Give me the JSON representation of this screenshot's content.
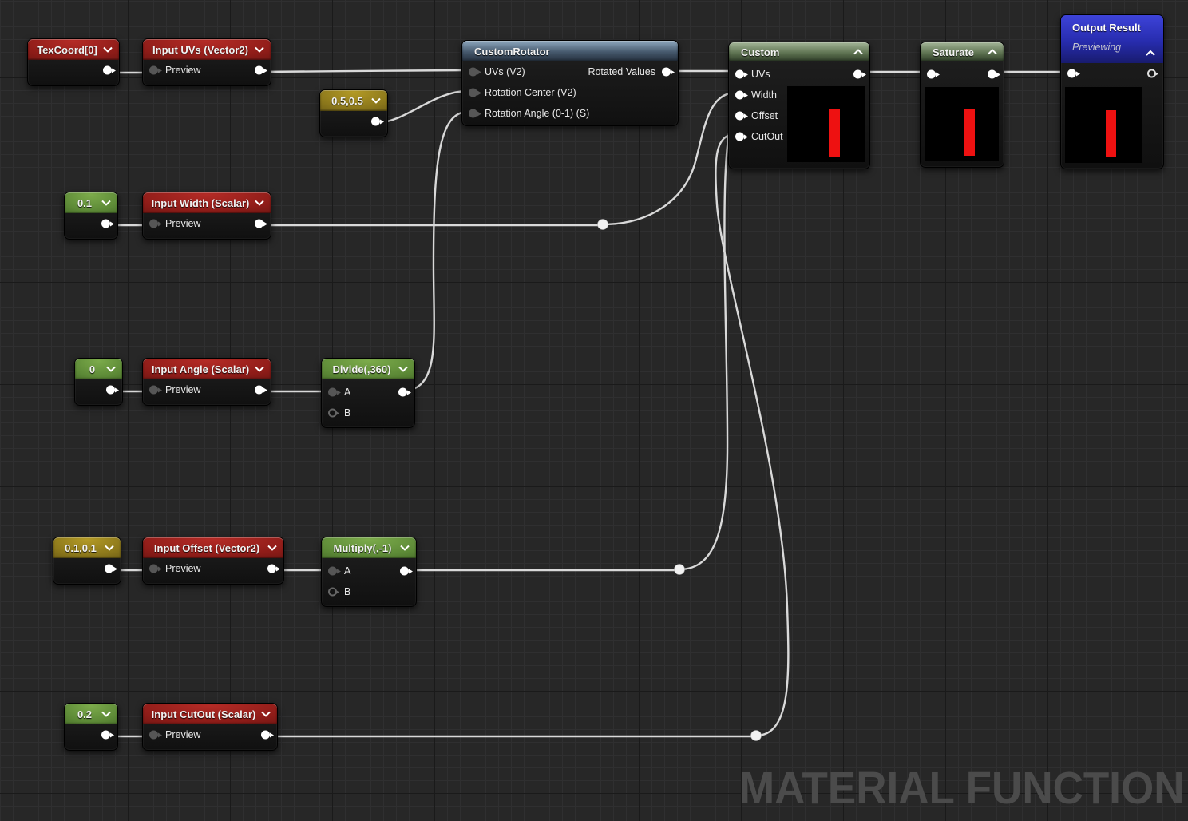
{
  "watermark": {
    "text": "MATERIAL FUNCTION"
  },
  "colors": {
    "header_red": "#9d1f1c",
    "header_green": "#699840",
    "header_sage": "#779062",
    "header_yellow": "#a38c20",
    "header_steel": "#6e8aa5",
    "header_blue": "#2b30c0",
    "wire": "#d9d9d9",
    "bar": "#ee1111",
    "watermark": "#4b4b4b"
  },
  "nodes": {
    "texcoord": {
      "title": "TexCoord[0]"
    },
    "input_uvs": {
      "title": "Input UVs (Vector2)",
      "preview_label": "Preview"
    },
    "const_center": {
      "title": "0.5,0.5"
    },
    "custom_rotator": {
      "title": "CustomRotator",
      "inputs": [
        "UVs (V2)",
        "Rotation Center (V2)",
        "Rotation Angle (0-1) (S)"
      ],
      "output": "Rotated Values"
    },
    "custom": {
      "title": "Custom",
      "inputs": [
        "UVs",
        "Width",
        "Offset",
        "CutOut"
      ]
    },
    "saturate": {
      "title": "Saturate"
    },
    "output_result": {
      "title": "Output Result",
      "subtitle": "Previewing"
    },
    "const_width": {
      "title": "0.1"
    },
    "input_width": {
      "title": "Input Width (Scalar)",
      "preview_label": "Preview"
    },
    "const_angle": {
      "title": "0"
    },
    "input_angle": {
      "title": "Input Angle (Scalar)",
      "preview_label": "Preview"
    },
    "divide": {
      "title": "Divide(,360)",
      "inputs": [
        "A",
        "B"
      ]
    },
    "const_offset": {
      "title": "0.1,0.1"
    },
    "input_offset": {
      "title": "Input Offset (Vector2)",
      "preview_label": "Preview"
    },
    "multiply": {
      "title": "Multiply(,-1)",
      "inputs": [
        "A",
        "B"
      ]
    },
    "const_cutout": {
      "title": "0.2"
    },
    "input_cutout": {
      "title": "Input CutOut (Scalar)",
      "preview_label": "Preview"
    }
  }
}
